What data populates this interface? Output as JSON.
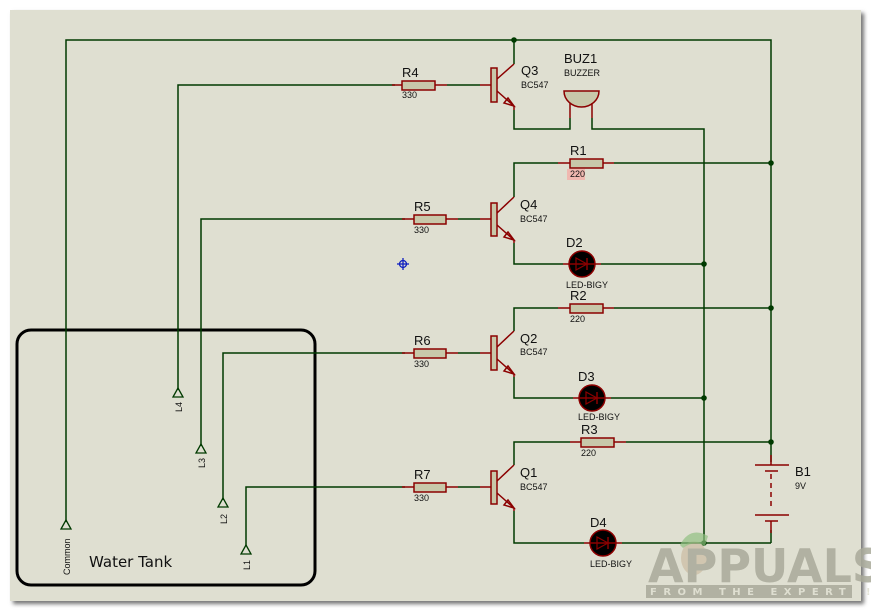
{
  "diagram": {
    "title": "Water Level Indicator Schematic",
    "enclosure_label": "Water Tank",
    "connectors": [
      {
        "id": "common",
        "label": "Common"
      },
      {
        "id": "l4",
        "label": "L4"
      },
      {
        "id": "l3",
        "label": "L3"
      },
      {
        "id": "l2",
        "label": "L2"
      },
      {
        "id": "l1",
        "label": "L1"
      }
    ],
    "resistors": [
      {
        "ref": "R4",
        "value": "330"
      },
      {
        "ref": "R5",
        "value": "330"
      },
      {
        "ref": "R6",
        "value": "330"
      },
      {
        "ref": "R7",
        "value": "330"
      },
      {
        "ref": "R1",
        "value": "220"
      },
      {
        "ref": "R2",
        "value": "220"
      },
      {
        "ref": "R3",
        "value": "220"
      }
    ],
    "transistors": [
      {
        "ref": "Q3",
        "value": "BC547"
      },
      {
        "ref": "Q4",
        "value": "BC547"
      },
      {
        "ref": "Q2",
        "value": "BC547"
      },
      {
        "ref": "Q1",
        "value": "BC547"
      }
    ],
    "leds": [
      {
        "ref": "D2",
        "value": "LED-BIGY"
      },
      {
        "ref": "D3",
        "value": "LED-BIGY"
      },
      {
        "ref": "D4",
        "value": "LED-BIGY"
      }
    ],
    "buzzer": {
      "ref": "BUZ1",
      "value": "BUZZER"
    },
    "battery": {
      "ref": "B1",
      "value": "9V"
    },
    "colors": {
      "background": "#dfdfd1",
      "wire": "#003a00",
      "component": "#8b0000",
      "component_fill": "#c8c8aa",
      "highlight": "#f0b8b0",
      "cursor": "#1020c0"
    }
  },
  "watermark": {
    "brand": "APPUALS",
    "tagline": "FROM THE EXPERTS!"
  }
}
